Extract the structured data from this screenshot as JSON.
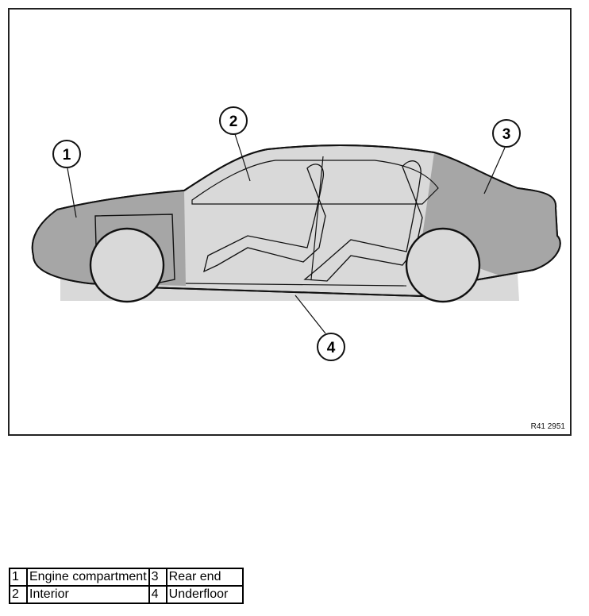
{
  "figure": {
    "reference": "R41 2951",
    "callouts": [
      {
        "number": "1"
      },
      {
        "number": "2"
      },
      {
        "number": "3"
      },
      {
        "number": "4"
      }
    ]
  },
  "legend": {
    "rows": [
      {
        "left_num": "1",
        "left_label": "Engine compartment",
        "right_num": "3",
        "right_label": "Rear end"
      },
      {
        "left_num": "2",
        "left_label": "Interior",
        "right_num": "4",
        "right_label": "Underfloor"
      }
    ]
  },
  "colors": {
    "zone_light": "#d9d9d9",
    "zone_dark": "#a6a6a6",
    "outline": "#111111"
  }
}
